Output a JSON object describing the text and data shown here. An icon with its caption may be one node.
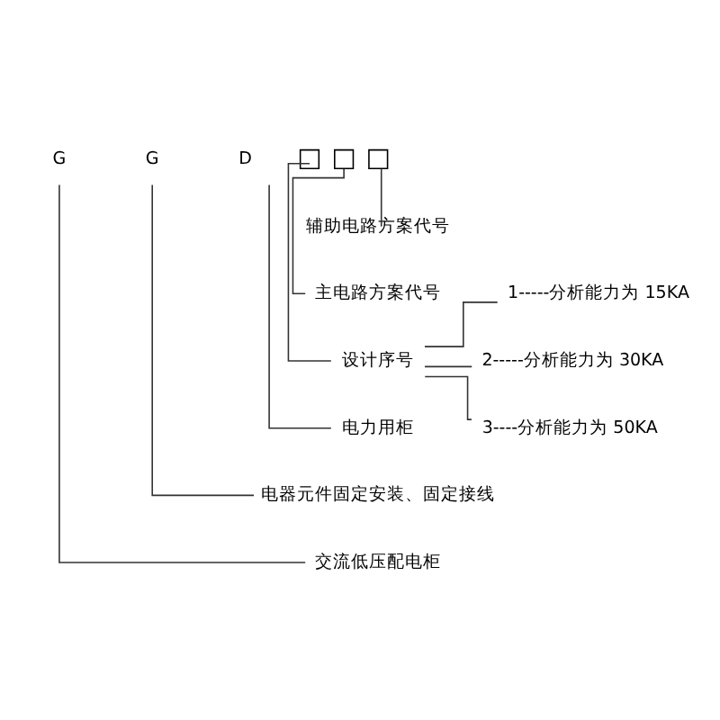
{
  "diagram": {
    "nodes": [
      {
        "text": [
          "G"
        ]
      },
      {
        "text": [
          "G"
        ]
      },
      {
        "text": [
          "D"
        ]
      },
      {
        "text": [],
        "shape": "box"
      },
      {
        "text": [],
        "shape": "box"
      },
      {
        "text": [],
        "shape": "box"
      },
      {
        "text": [
          "辅助电路方案代号"
        ]
      },
      {
        "text": [
          "主电路方案代号"
        ]
      },
      {
        "text": [
          "设计序号"
        ]
      },
      {
        "text": [
          "1-----分析能力为 15KA"
        ]
      },
      {
        "text": [
          "2-----分析能力为 30KA"
        ]
      },
      {
        "text": [
          "3----分析能力为 50KA"
        ]
      },
      {
        "text": [
          "电力用柜"
        ]
      },
      {
        "text": [
          "电器元件固定安装、固定接线"
        ]
      },
      {
        "text": [
          "交流低压配电柜"
        ]
      }
    ],
    "edges": [
      {
        "from": 5,
        "to": 6,
        "arrow": "none"
      },
      {
        "from": 4,
        "to": 7,
        "arrow": "none"
      },
      {
        "from": 3,
        "to": 8,
        "arrow": "none"
      },
      {
        "from": 8,
        "to": 9,
        "arrow": "none"
      },
      {
        "from": 8,
        "to": 10,
        "arrow": "none"
      },
      {
        "from": 8,
        "to": 11,
        "arrow": "none"
      },
      {
        "from": 2,
        "to": 12,
        "arrow": "none"
      },
      {
        "from": 1,
        "to": 13,
        "arrow": "none"
      },
      {
        "from": 0,
        "to": 14,
        "arrow": "none"
      }
    ]
  }
}
